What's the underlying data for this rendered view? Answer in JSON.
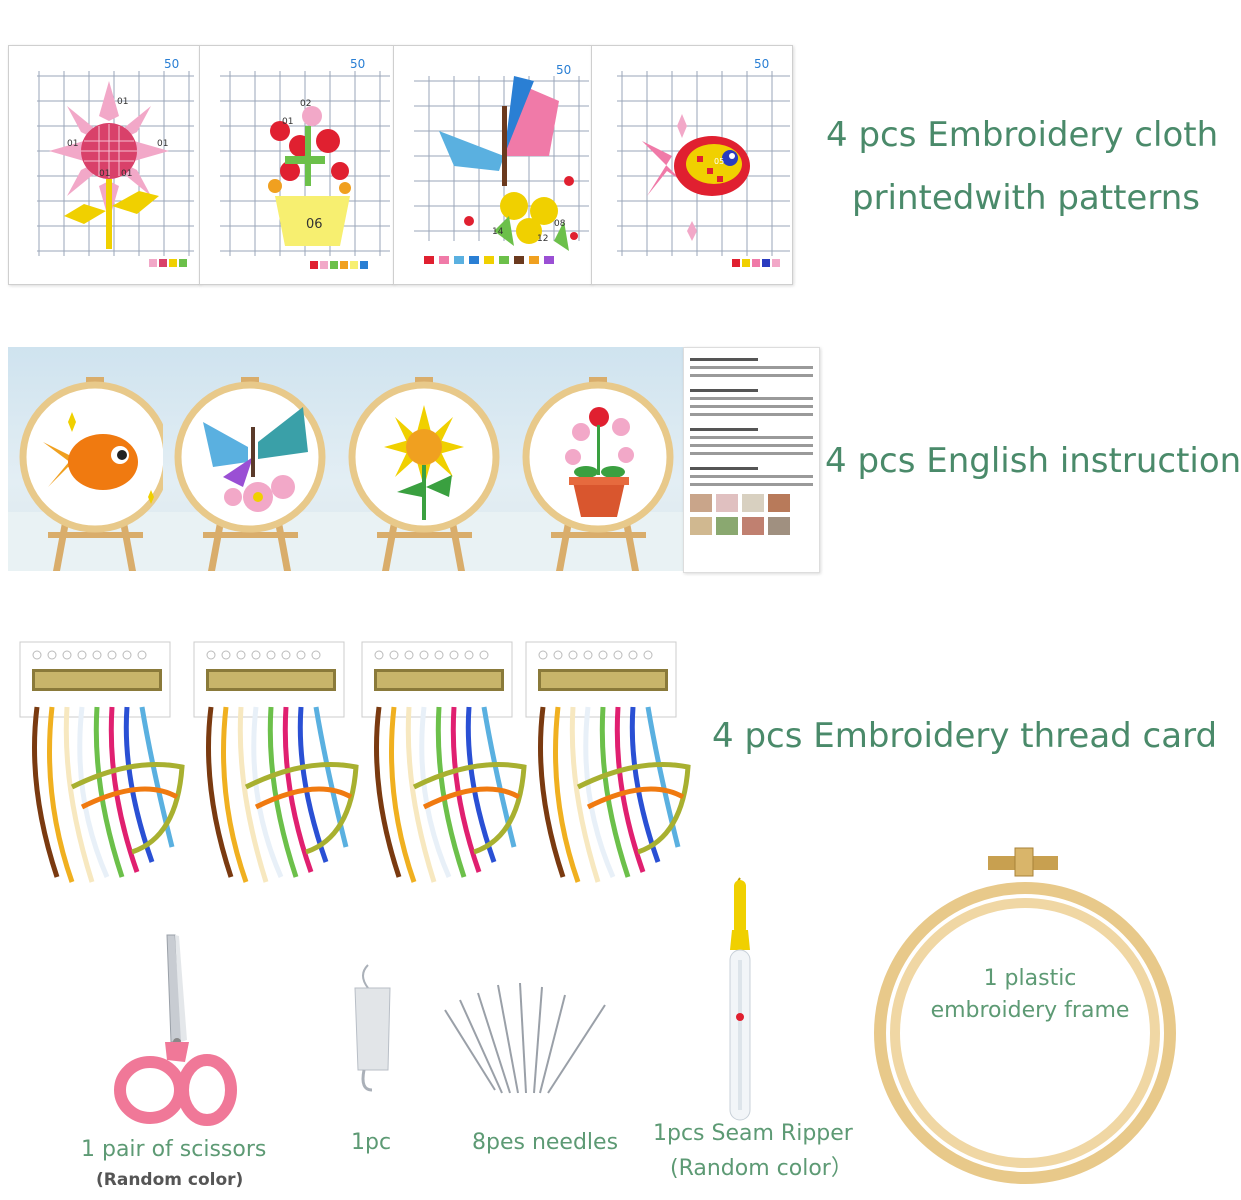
{
  "sections": {
    "cloth": {
      "caption_line1": "4 pcs Embroidery cloth",
      "caption_line2": "printedwith patterns",
      "cards": [
        {
          "name": "sunflower",
          "labels": [
            "01",
            "01",
            "01",
            "01",
            "01"
          ],
          "grid_mark": "50"
        },
        {
          "name": "flower-pot",
          "labels": [
            "02",
            "01",
            "06"
          ],
          "grid_mark": "50"
        },
        {
          "name": "butterfly",
          "labels": [
            "14",
            "12",
            "08"
          ],
          "grid_mark": "50"
        },
        {
          "name": "goldfish",
          "labels": [
            "05"
          ],
          "grid_mark": "50"
        }
      ]
    },
    "instruction": {
      "caption": "4 pcs English instruction",
      "items": [
        "goldfish",
        "butterfly",
        "sunflower",
        "flower-pot"
      ]
    },
    "thread": {
      "caption": "4 pcs Embroidery thread card"
    },
    "tools": {
      "scissors_label": "1 pair of scissors",
      "scissors_note": "(Random color)",
      "threader_label": "1pc",
      "needles_label": "8pes needles",
      "ripper_label_line1": "1pcs Seam Ripper",
      "ripper_label_line2": "(Random color）",
      "frame_label_line1": "1 plastic",
      "frame_label_line2": "embroidery frame"
    }
  },
  "colors": {
    "caption": "#4a8a6a",
    "hoop": "#e8c98a"
  }
}
